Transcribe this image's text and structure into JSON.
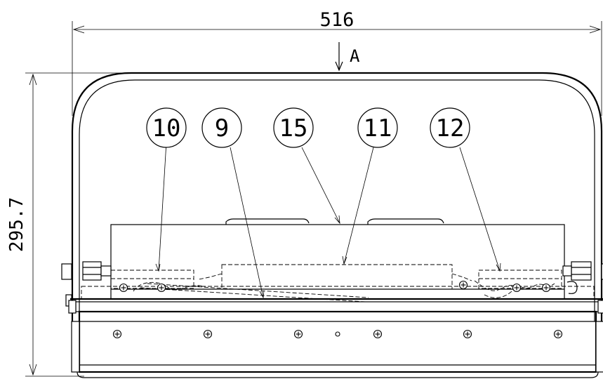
{
  "dimensions": {
    "width_label": "516",
    "height_label": "295.7"
  },
  "view_marker": {
    "label": "A"
  },
  "callouts": [
    {
      "label": "10"
    },
    {
      "label": "9"
    },
    {
      "label": "15"
    },
    {
      "label": "11"
    },
    {
      "label": "12"
    }
  ]
}
